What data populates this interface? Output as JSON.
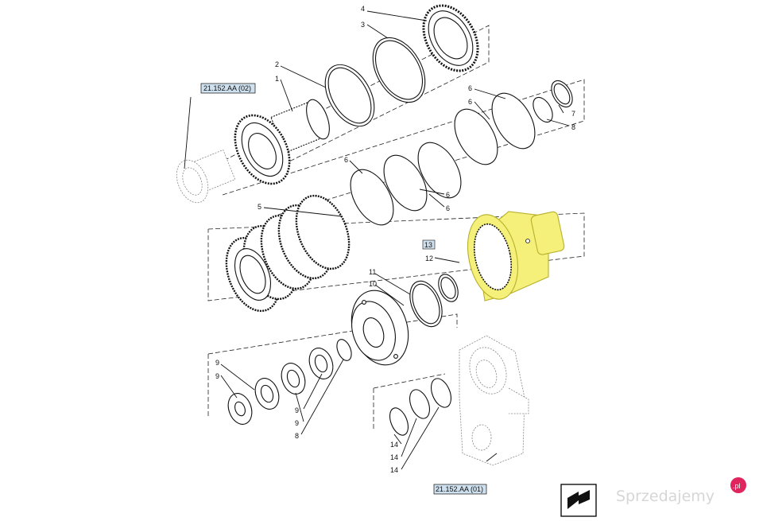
{
  "callouts": {
    "c1": "1",
    "c2": "2",
    "c3": "3",
    "c4": "4",
    "c5": "5",
    "c6a": "6",
    "c6b": "6",
    "c6c": "6",
    "c6d": "6",
    "c6e": "6",
    "c7": "7",
    "c8a": "8",
    "c8b": "8",
    "c9a": "9",
    "c9b": "9",
    "c9c": "9",
    "c10": "10",
    "c11": "11",
    "c12": "12",
    "c13": "13",
    "c14a": "14",
    "c14b": "14",
    "c14c": "14"
  },
  "references": {
    "top": "21.152.AA (02)",
    "bottom": "21.152.AA (01)"
  },
  "watermark": "Sprzedajemy",
  "watermark_suffix": ".pl",
  "colors": {
    "highlight": "#f5f07a",
    "highlight_stroke": "#b8b02a",
    "ref_box_fill": "#cfe0ef",
    "watermark_badge": "#e0245e"
  },
  "icons": {
    "nav": "arrow-icon"
  }
}
